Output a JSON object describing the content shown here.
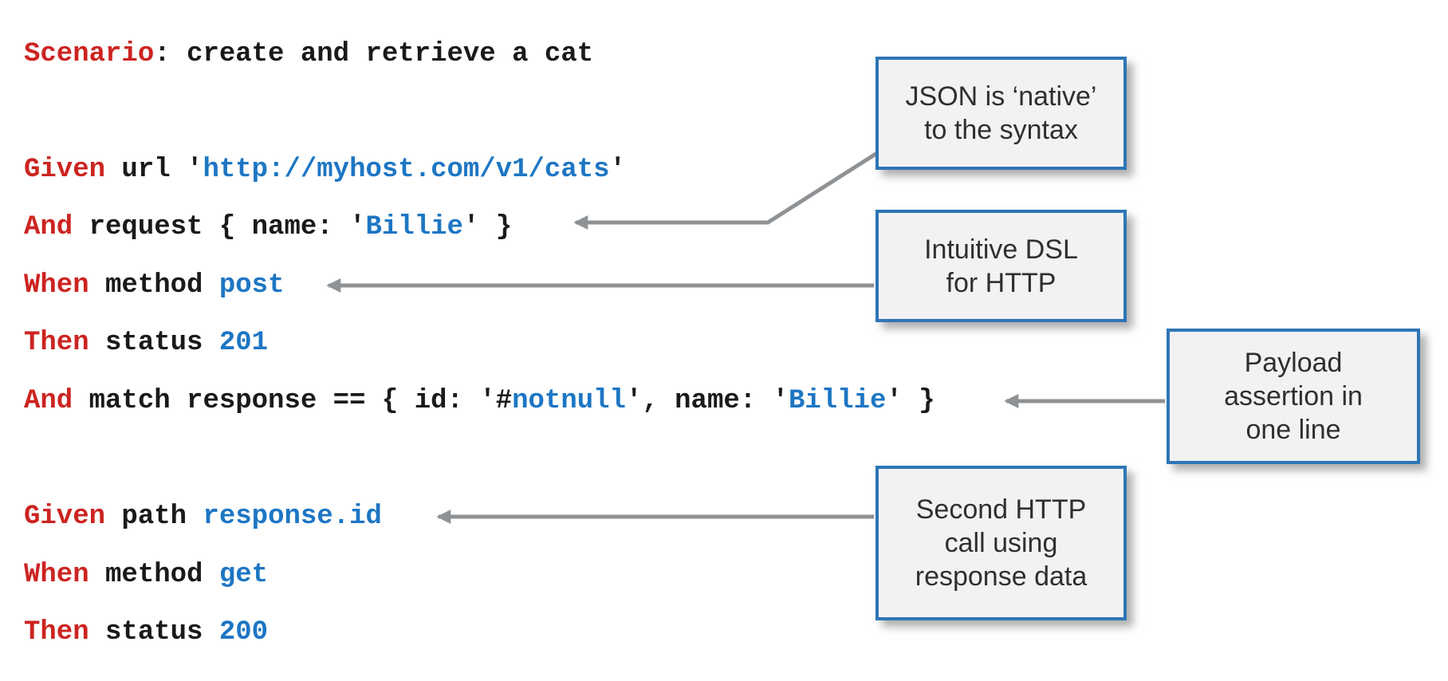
{
  "colors": {
    "keyword_red": "#cc2421",
    "value_blue": "#1d76c4",
    "code_black": "#1a1a1a",
    "callout_border_blue": "#2e75b6",
    "callout_bg": "#f2f2f2",
    "arrow_gray": "#8f9295",
    "page_bg": "#ffffff"
  },
  "code": {
    "lines": [
      {
        "name": "scenario",
        "tokens": [
          {
            "c": "k",
            "t": "Scenario"
          },
          {
            "c": "p",
            "t": ": create and retrieve a cat"
          }
        ]
      },
      {
        "name": "given-url",
        "tokens": [
          {
            "c": "k",
            "t": "Given"
          },
          {
            "c": "p",
            "t": " url '"
          },
          {
            "c": "v",
            "t": "http://myhost.com/v1/cats"
          },
          {
            "c": "p",
            "t": "'"
          }
        ]
      },
      {
        "name": "and-request",
        "tokens": [
          {
            "c": "k",
            "t": "And"
          },
          {
            "c": "p",
            "t": " request { name: '"
          },
          {
            "c": "v",
            "t": "Billie"
          },
          {
            "c": "p",
            "t": "' }"
          }
        ]
      },
      {
        "name": "when-post",
        "tokens": [
          {
            "c": "k",
            "t": "When"
          },
          {
            "c": "p",
            "t": " method "
          },
          {
            "c": "v",
            "t": "post"
          }
        ]
      },
      {
        "name": "then-201",
        "tokens": [
          {
            "c": "k",
            "t": "Then"
          },
          {
            "c": "p",
            "t": " status "
          },
          {
            "c": "v",
            "t": "201"
          }
        ]
      },
      {
        "name": "and-match",
        "tokens": [
          {
            "c": "k",
            "t": "And"
          },
          {
            "c": "p",
            "t": " match response == { id: '#"
          },
          {
            "c": "v",
            "t": "notnull"
          },
          {
            "c": "p",
            "t": "', name: '"
          },
          {
            "c": "v",
            "t": "Billie"
          },
          {
            "c": "p",
            "t": "' }"
          }
        ]
      },
      {
        "name": "given-path",
        "tokens": [
          {
            "c": "k",
            "t": "Given"
          },
          {
            "c": "p",
            "t": " path "
          },
          {
            "c": "v",
            "t": "response.id"
          }
        ]
      },
      {
        "name": "when-get",
        "tokens": [
          {
            "c": "k",
            "t": "When"
          },
          {
            "c": "p",
            "t": " method "
          },
          {
            "c": "v",
            "t": "get"
          }
        ]
      },
      {
        "name": "then-200",
        "tokens": [
          {
            "c": "k",
            "t": "Then"
          },
          {
            "c": "p",
            "t": " status "
          },
          {
            "c": "v",
            "t": "200"
          }
        ]
      }
    ]
  },
  "callouts": [
    {
      "name": "json-native",
      "text": "JSON is ‘native’\nto the syntax"
    },
    {
      "name": "intuitive-dsl",
      "text": "Intuitive DSL\nfor HTTP"
    },
    {
      "name": "payload",
      "text": "Payload\nassertion in\none line"
    },
    {
      "name": "second-call",
      "text": "Second HTTP\ncall using\nresponse data"
    }
  ]
}
